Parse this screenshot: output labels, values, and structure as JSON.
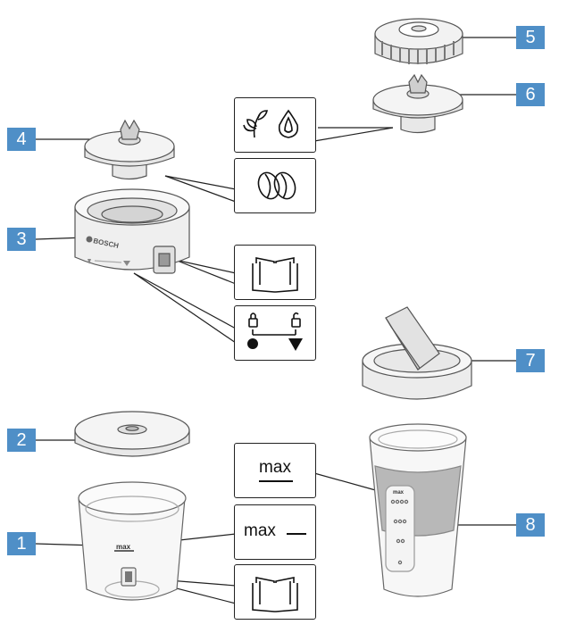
{
  "badges": [
    {
      "id": "1",
      "label": "1"
    },
    {
      "id": "2",
      "label": "2"
    },
    {
      "id": "3",
      "label": "3"
    },
    {
      "id": "4",
      "label": "4"
    },
    {
      "id": "5",
      "label": "5"
    },
    {
      "id": "6",
      "label": "6"
    },
    {
      "id": "7",
      "label": "7"
    },
    {
      "id": "8",
      "label": "8"
    }
  ],
  "symbols": {
    "max_underlined": "max",
    "max_dash": "max",
    "brand_on_ring": "BOSCH",
    "bowl_max_mark": "max",
    "cup_max_mark": "max"
  },
  "colors": {
    "badge": "#4f8fc7",
    "line": "#222222",
    "part_stroke": "#555555",
    "part_fill": "#f2f2f2",
    "sleeve": "#b8b8b8"
  }
}
